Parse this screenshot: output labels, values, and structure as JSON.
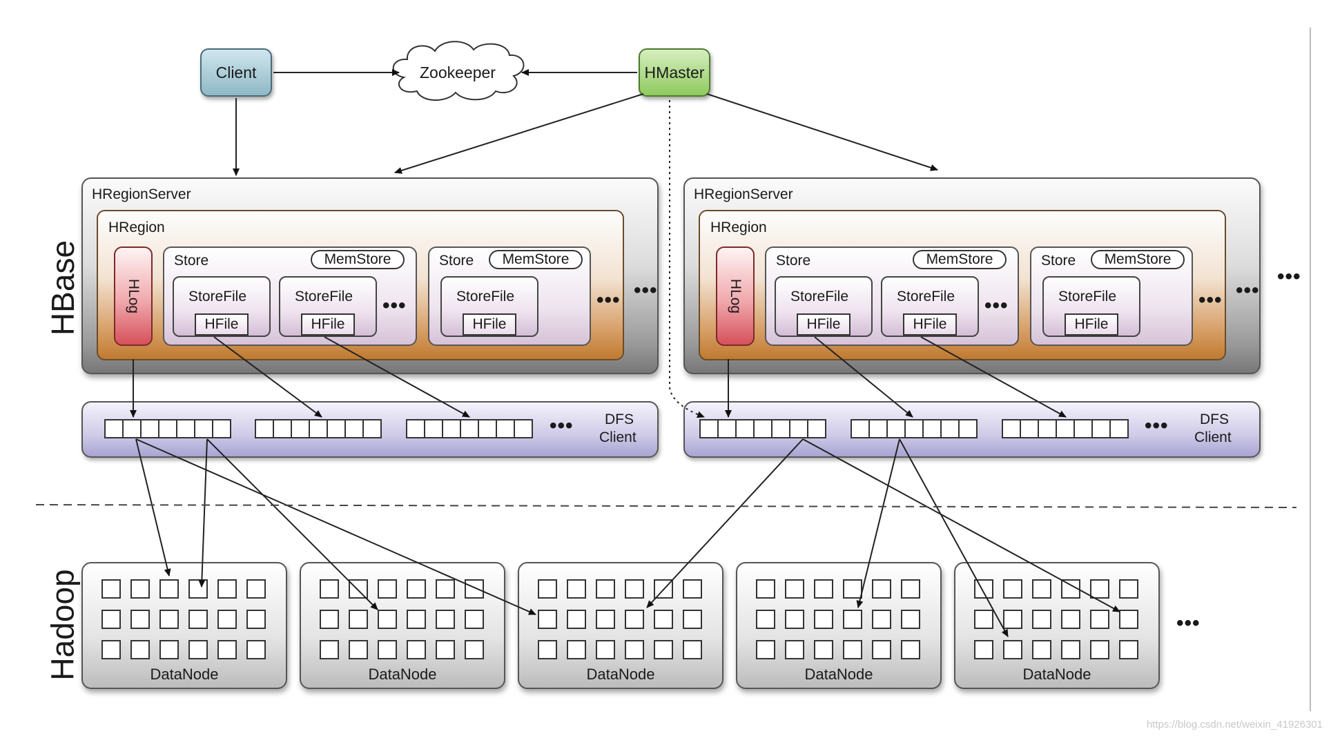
{
  "top": {
    "client": "Client",
    "zookeeper": "Zookeeper",
    "hmaster": "HMaster"
  },
  "region_server_label": "HRegionServer",
  "region_label": "HRegion",
  "hlog_label": "HLog",
  "store_label": "Store",
  "memstore_label": "MemStore",
  "storefile_label": "StoreFile",
  "hfile_label": "HFile",
  "ellipsis": "•••",
  "dfs_client": {
    "line1": "DFS",
    "line2": "Client"
  },
  "layers": {
    "hbase": "HBase",
    "hadoop": "Hadoop"
  },
  "datanode_label": "DataNode",
  "watermark": "https://blog.csdn.net/weixin_41926301",
  "colors": {
    "client_fill": "#a9cdd9",
    "hmaster_fill": "#a6d87a",
    "hlog_fill": "#e67a82",
    "region_fill": "#d7a068",
    "dfs_fill": "#bdb8e0"
  }
}
